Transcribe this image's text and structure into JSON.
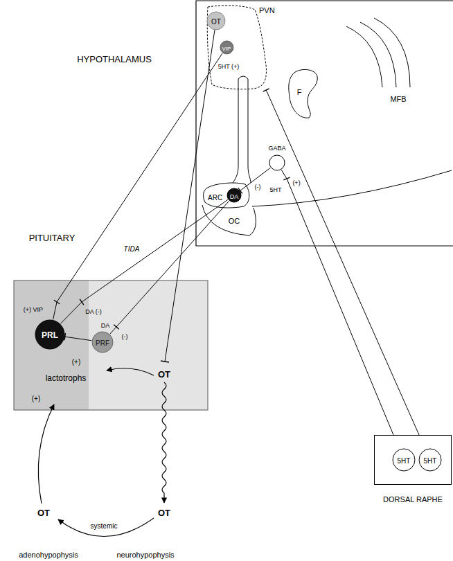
{
  "diagram": {
    "nodes": [
      {
        "text": [
          "PVN"
        ]
      },
      {
        "text": [
          "OT"
        ],
        "in": 0
      },
      {
        "text": [
          "VIP"
        ],
        "in": 0
      },
      {
        "text": [
          "ARC"
        ]
      },
      {
        "text": [
          "DA"
        ],
        "in": 3
      },
      {
        "text": [
          "GABA"
        ]
      },
      {
        "text": [
          "PRL"
        ]
      },
      {
        "text": [
          "PRF"
        ]
      },
      {
        "text": [
          "DORSAL RAPHE"
        ]
      },
      {
        "text": [
          "5HT"
        ],
        "in": 8
      },
      {
        "text": [
          "5HT"
        ],
        "in": 8
      }
    ],
    "edges": [
      {
        "from": 2,
        "to": 6,
        "arrow": "none"
      },
      {
        "from": 4,
        "to": 6,
        "label": "TIDA",
        "arrow": "none"
      },
      {
        "from": 4,
        "to": 7,
        "arrow": "none"
      },
      {
        "from": 7,
        "to": 6,
        "arrow": "none"
      },
      {
        "from": 5,
        "to": 4,
        "arrow": "none"
      },
      {
        "from": 9,
        "to": 5,
        "arrow": "none"
      },
      {
        "from": 10,
        "to": 0,
        "arrow": "none"
      }
    ],
    "labels": [
      "HYPOTHALAMUS",
      "5HT (+)",
      "F",
      "MFB",
      "(-)",
      "5HT",
      "(+)",
      "OC",
      "PITUITARY",
      "(+) VIP",
      "DA (-)",
      "DA",
      "(-)",
      "(+)",
      "lactotrophs",
      "(+)",
      "OT",
      "OT",
      "systemic",
      "OT",
      "adenohypophysis",
      "neurohypophysis"
    ]
  }
}
